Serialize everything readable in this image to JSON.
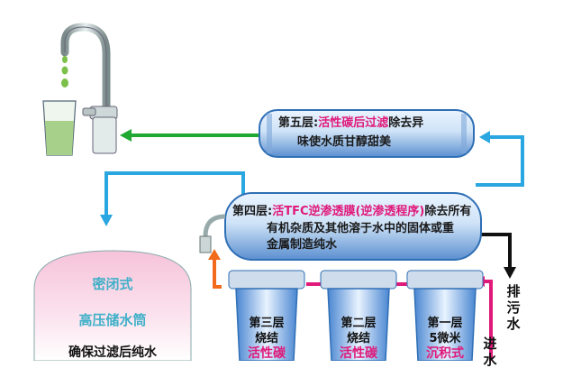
{
  "colors": {
    "flow_blue": "#2aa6e0",
    "flow_green": "#1fa832",
    "flow_orange": "#f26a1b",
    "flow_magenta": "#e0197a",
    "highlight": "#e0197a",
    "tank_pink": "#f3b6d2",
    "filter_blue": "#2f6fb5"
  },
  "stage5": {
    "prefix": "第五层:",
    "highlight": "活性碳后过滤",
    "suffix": "除去异",
    "line2": "味使水质甘醇甜美"
  },
  "stage4": {
    "prefix": "第四层:",
    "highlight": "活TFC逆渗透膜(逆渗透程序)",
    "suffix": "除去所有",
    "line2": "有机杂质及其他溶于水中的固体或重",
    "line3": "金属制造纯水"
  },
  "stage3": {
    "title": "第三层",
    "line2": "烧结",
    "media": "活性碳"
  },
  "stage2": {
    "title": "第二层",
    "line2": "烧结",
    "media": "活性碳"
  },
  "stage1": {
    "title": "第一层",
    "line2": "5微米",
    "media": "沉积式"
  },
  "tank": {
    "line1": "密闭式",
    "line2": "高压储水筒",
    "line3": "确保过滤后纯水"
  },
  "drain_label": "排污水",
  "inlet_label": "进水",
  "icons": [
    "faucet-icon",
    "glass-of-water-icon",
    "water-drop-icon"
  ]
}
